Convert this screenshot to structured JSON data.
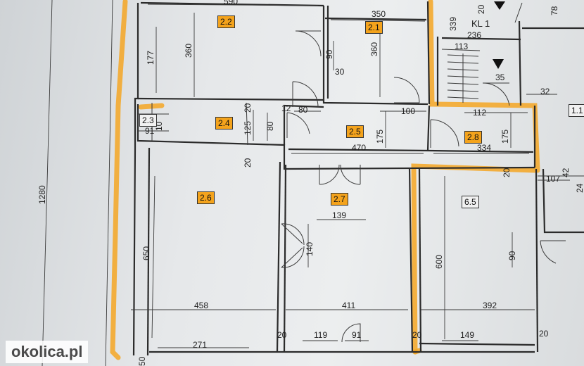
{
  "rooms": {
    "r22": "2.2",
    "r21": "2.1",
    "r23": "2.3",
    "r24": "2.4",
    "r25": "2.5",
    "r28": "2.8",
    "r26": "2.6",
    "r27": "2.7",
    "r65": "6.5",
    "r11": "1.1"
  },
  "labels": {
    "kl1": "KL 1"
  },
  "dims": {
    "d590": "590",
    "d350": "350",
    "d236": "236",
    "d339": "339",
    "d78": "78",
    "d20a": "20",
    "d177": "177",
    "d360a": "360",
    "d360b": "360",
    "d90a": "90",
    "d30": "30",
    "d113": "113",
    "d35": "35",
    "d32": "32",
    "d12": "12",
    "d80a": "80",
    "d100": "100",
    "d112": "112",
    "d20b": "20",
    "d125": "125",
    "d80b": "80",
    "d175a": "175",
    "d175b": "175",
    "d91": "91",
    "d10": "10",
    "d470": "470",
    "d334": "334",
    "d20c": "20",
    "d20d": "20",
    "d107": "107",
    "d42": "42",
    "d24": "24",
    "d1280": "1280",
    "d139": "139",
    "d650": "650",
    "d140": "140",
    "d600": "600",
    "d90b": "90",
    "d458": "458",
    "d411": "411",
    "d392": "392",
    "d20e": "20",
    "d20f": "20",
    "d20g": "20",
    "d119": "119",
    "d91b": "91",
    "d149": "149",
    "d271": "271",
    "d50": "50"
  },
  "watermark": "okolica.pl",
  "colors": {
    "highlight": "#f5a623",
    "tag": "#f4a31c",
    "paper": "#e6e8ea",
    "line": "#2b2b2b"
  }
}
